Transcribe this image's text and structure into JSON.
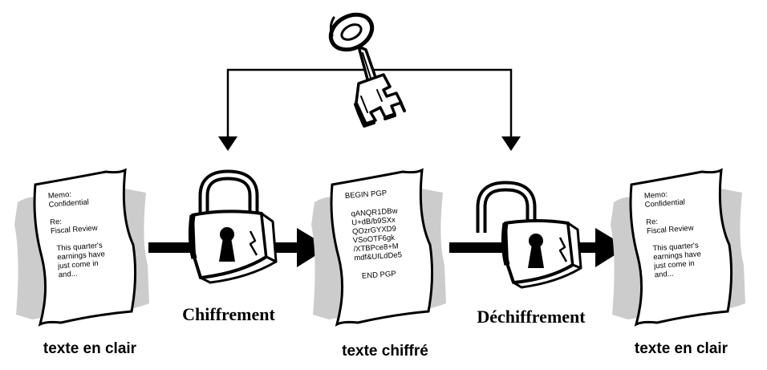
{
  "documents": {
    "left": {
      "lines": [
        "Memo:",
        "Confidential",
        "",
        "Re:",
        "Fiscal Review",
        "",
        "This quarter's",
        "earnings have",
        "just come in",
        "and..."
      ]
    },
    "middle": {
      "lines": [
        "BEGIN PGP",
        "",
        "qANQR1DBw",
        "U+dB/b9SXx",
        "QOzrGYXD9",
        "VSoOTF6gk",
        "/XTBPce8+M",
        "mdf&UILdDe5",
        "",
        "END PGP"
      ]
    },
    "right": {
      "lines": [
        "Memo:",
        "Confidential",
        "",
        "Re:",
        "Fiscal Review",
        "",
        "This quarter's",
        "earnings have",
        "just come in",
        "and..."
      ]
    }
  },
  "steps": {
    "encrypt_label": "Chiffrement",
    "decrypt_label": "Déchiffrement"
  },
  "captions": {
    "left": "texte en clair",
    "middle": "texte chiffré",
    "right": "texte en clair"
  },
  "icons": [
    "key-icon",
    "lock-closed-icon",
    "lock-open-icon",
    "document-icon"
  ]
}
